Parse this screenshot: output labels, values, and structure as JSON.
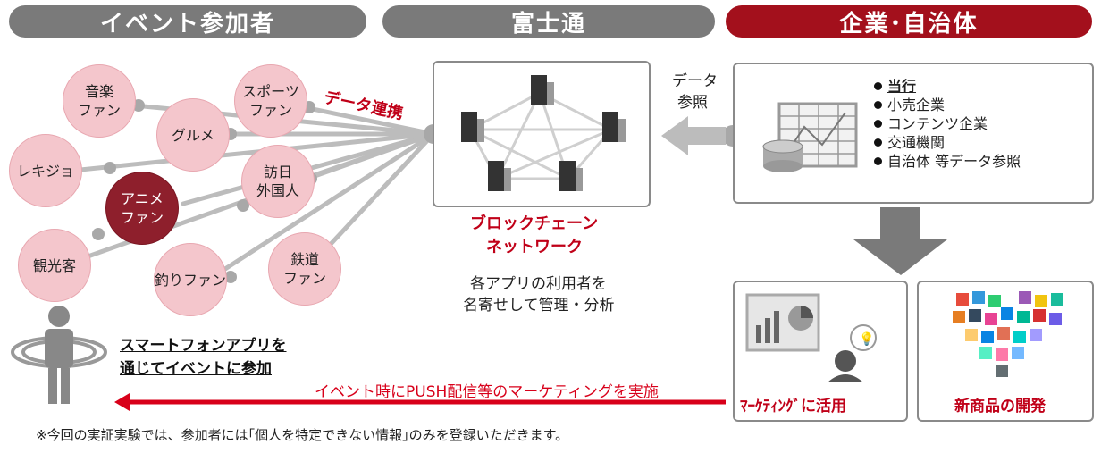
{
  "headers": {
    "participants": "イベント参加者",
    "fujitsu": "富士通",
    "enterprises": "企業･自治体"
  },
  "bubbles": [
    {
      "key": "music",
      "label": "音楽\nファン"
    },
    {
      "key": "sports",
      "label": "スポーツ\nファン"
    },
    {
      "key": "gourmet",
      "label": "グルメ"
    },
    {
      "key": "rekijo",
      "label": "レキジョ"
    },
    {
      "key": "visitor",
      "label": "訪日\n外国人"
    },
    {
      "key": "anime",
      "label": "アニメ\nファン"
    },
    {
      "key": "tourist",
      "label": "観光客"
    },
    {
      "key": "fishing",
      "label": "釣りファン"
    },
    {
      "key": "railway",
      "label": "鉄道\nファン"
    }
  ],
  "labels": {
    "data_link": "データ連携",
    "data_ref_line1": "データ",
    "data_ref_line2": "参照",
    "blockchain_line1": "ブロックチェーン",
    "blockchain_line2": "ネットワーク",
    "manage_line1": "各アプリの利用者を",
    "manage_line2": "名寄せして管理・分析",
    "participate_line1": "スマートフォンアプリを",
    "participate_line2": "通じてイベントに参加",
    "push": "イベント時にPUSH配信等のマーケティングを実施",
    "marketing": "ﾏｰｹﾃｨﾝｸﾞに活用",
    "new_product": "新商品の開発",
    "footnote": "※今回の実証実験では、参加者には｢個人を特定できない情報｣のみを登録いただきます。"
  },
  "enterprise_list": [
    "当行",
    "小売企業",
    "コンテンツ企業",
    "交通機関",
    "自治体 等データ参照"
  ],
  "colors": {
    "header_gray": "#7a7a7a",
    "header_red": "#a3101c",
    "bubble_fill": "#f4c6cc",
    "bubble_dark": "#8e1f2c",
    "accent_red": "#c00018",
    "connector_gray": "#b8b8b8"
  }
}
